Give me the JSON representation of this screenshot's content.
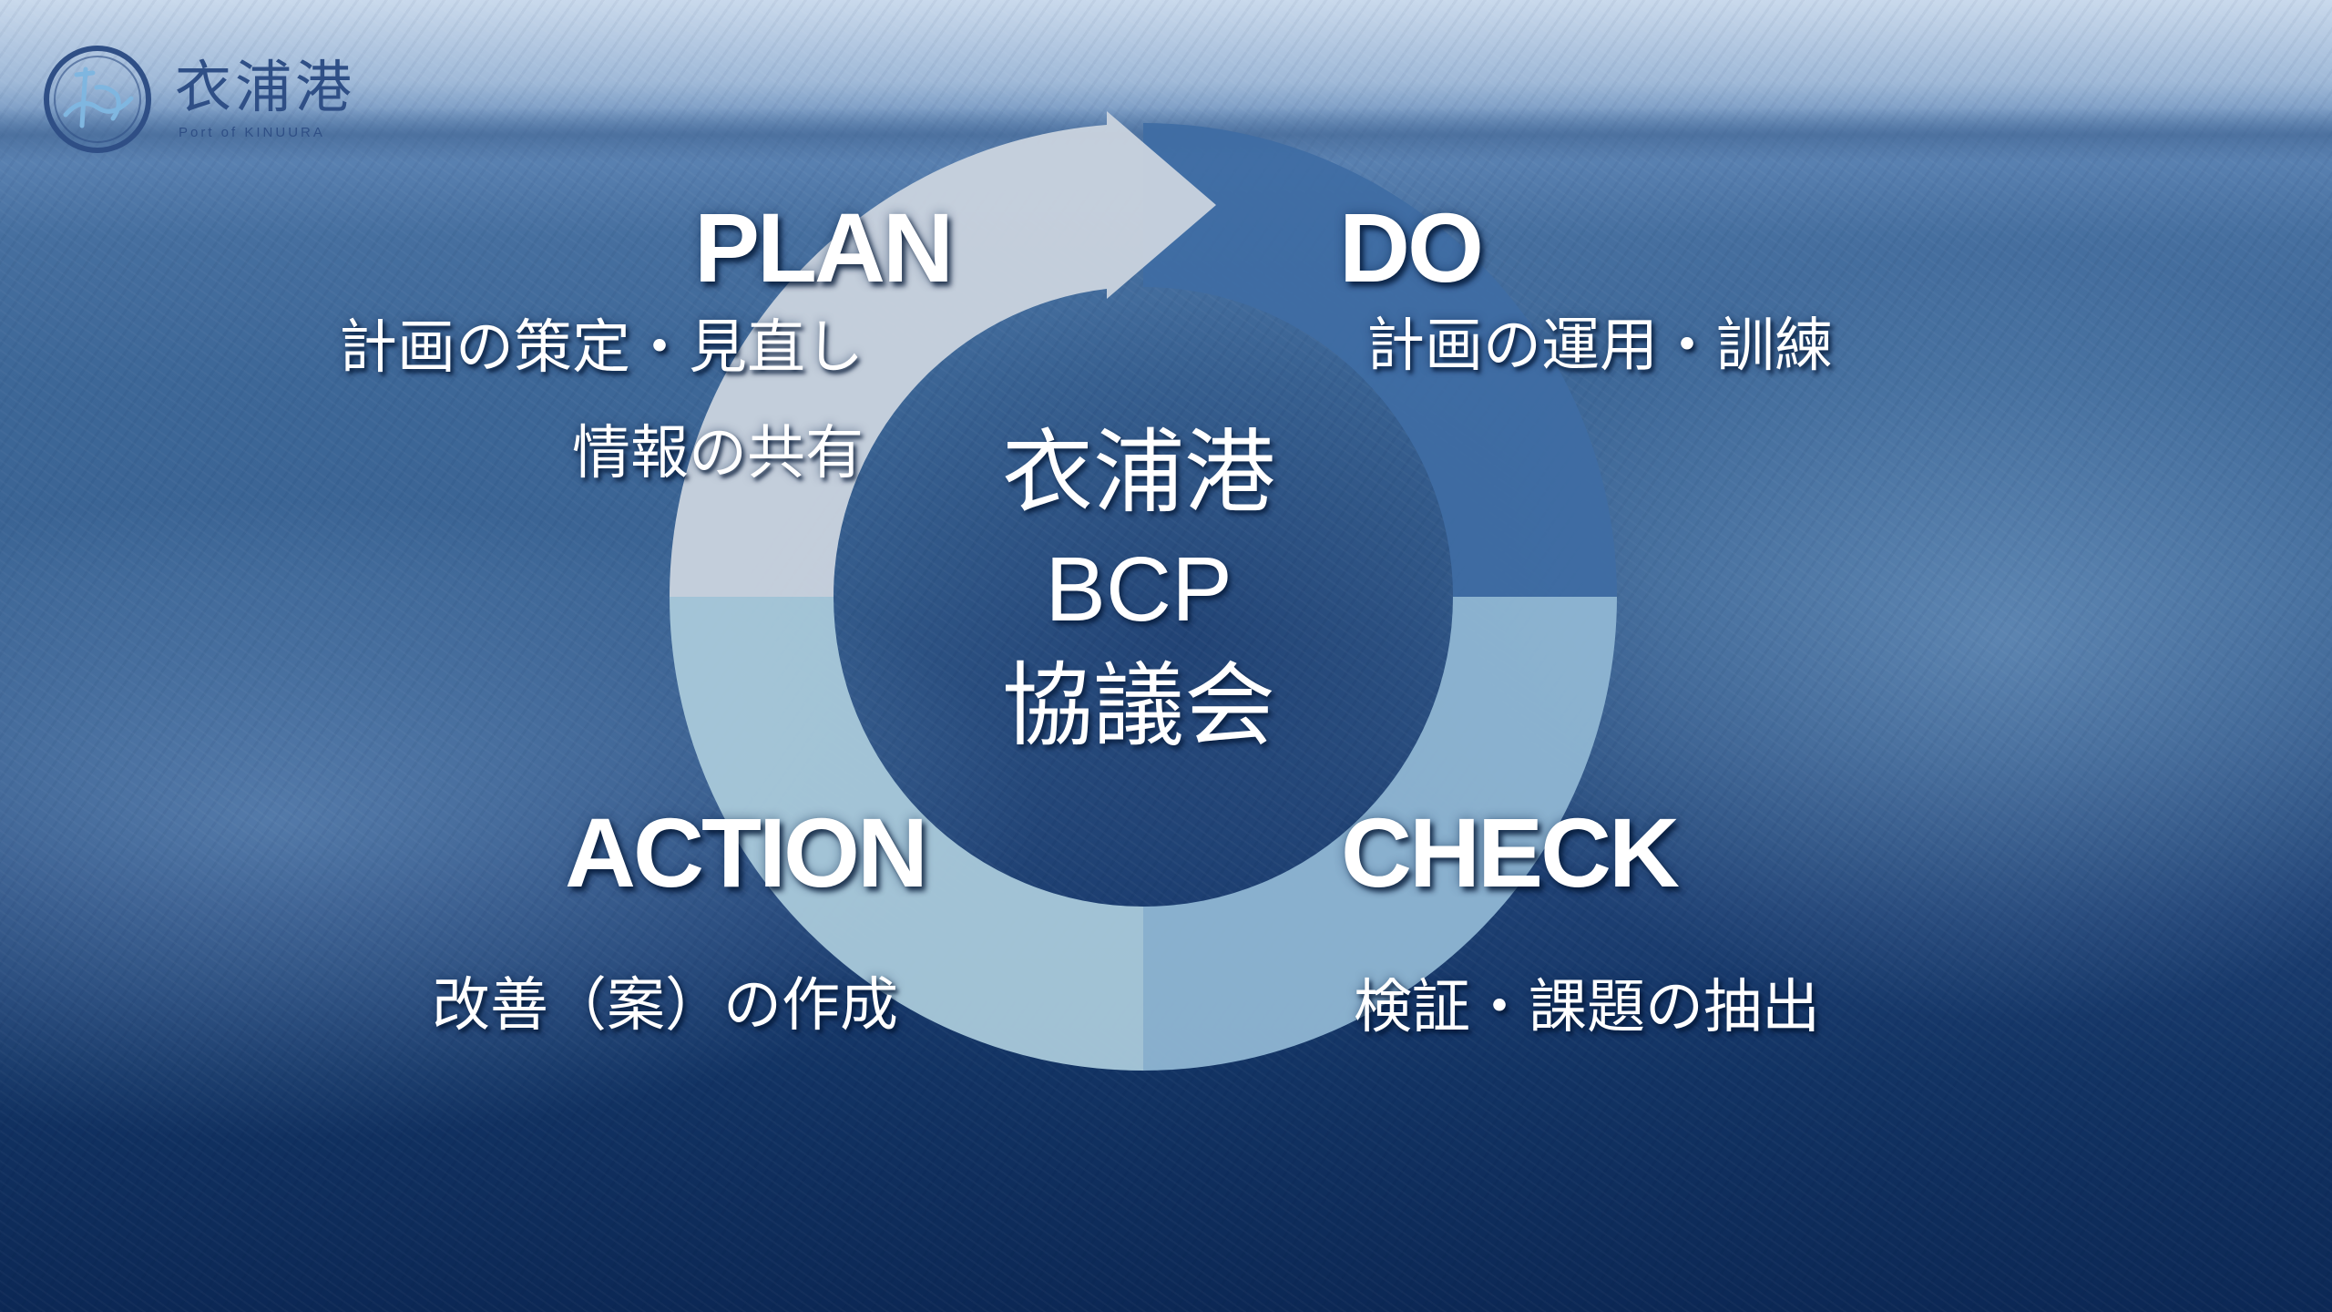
{
  "logo": {
    "name": "衣浦港",
    "subtitle": "Port of KINUURA"
  },
  "center": {
    "line1": "衣浦港",
    "line2": "BCP",
    "line3": "協議会"
  },
  "phases": {
    "plan": {
      "label": "PLAN",
      "desc1": "計画の策定・見直し",
      "desc2": "情報の共有"
    },
    "do": {
      "label": "DO",
      "desc1": "計画の運用・訓練"
    },
    "check": {
      "label": "CHECK",
      "desc1": "検証・課題の抽出"
    },
    "action": {
      "label": "ACTION",
      "desc1": "改善（案）の作成"
    }
  },
  "colors": {
    "plan_segment": "#c9d2de",
    "do_segment": "#3f6da4",
    "check_segment": "#8fb6d3",
    "action_segment": "#a9c9da",
    "logo_color": "#2f4f86"
  }
}
